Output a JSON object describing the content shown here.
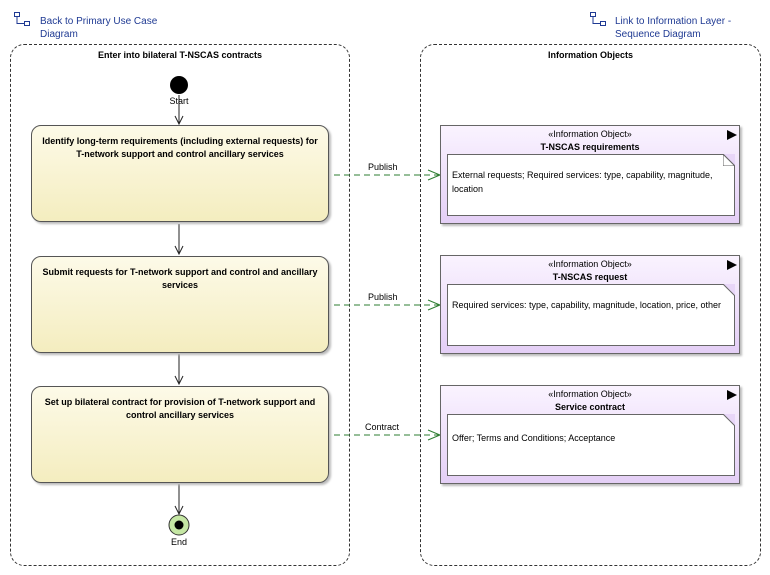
{
  "nav": {
    "back_label": "Back to Primary Use Case Diagram",
    "link_label": "Link to Information Layer - Sequence Diagram"
  },
  "partitions": {
    "left_title": "Enter into bilateral T-NSCAS contracts",
    "right_title": "Information Objects"
  },
  "nodes": {
    "start_label": "Start",
    "end_label": "End"
  },
  "actions": [
    {
      "label": "Identify long-term requirements (including external requests) for T-network support and control ancillary services"
    },
    {
      "label": "Submit requests for  T-network support and control and ancillary services"
    },
    {
      "label": "Set up bilateral contract for provision of T-network support and control ancillary services"
    }
  ],
  "info_objects": [
    {
      "stereotype": "«Information Object»",
      "name": "T-NSCAS requirements",
      "note": "External requests; Required services: type, capability, magnitude, location"
    },
    {
      "stereotype": "«Information Object»",
      "name": "T-NSCAS request",
      "note": "Required services: type, capability, magnitude, location, price, other"
    },
    {
      "stereotype": "«Information Object»",
      "name": "Service contract",
      "note": "Offer; Terms and Conditions; Acceptance"
    }
  ],
  "connectors": [
    {
      "label": "Publish"
    },
    {
      "label": "Publish"
    },
    {
      "label": "Contract"
    }
  ],
  "colors": {
    "action_fill": "#f4edbf",
    "info_fill": "#e4cff6",
    "flow_line": "#2e7d32",
    "link_text": "#1f3a93"
  }
}
